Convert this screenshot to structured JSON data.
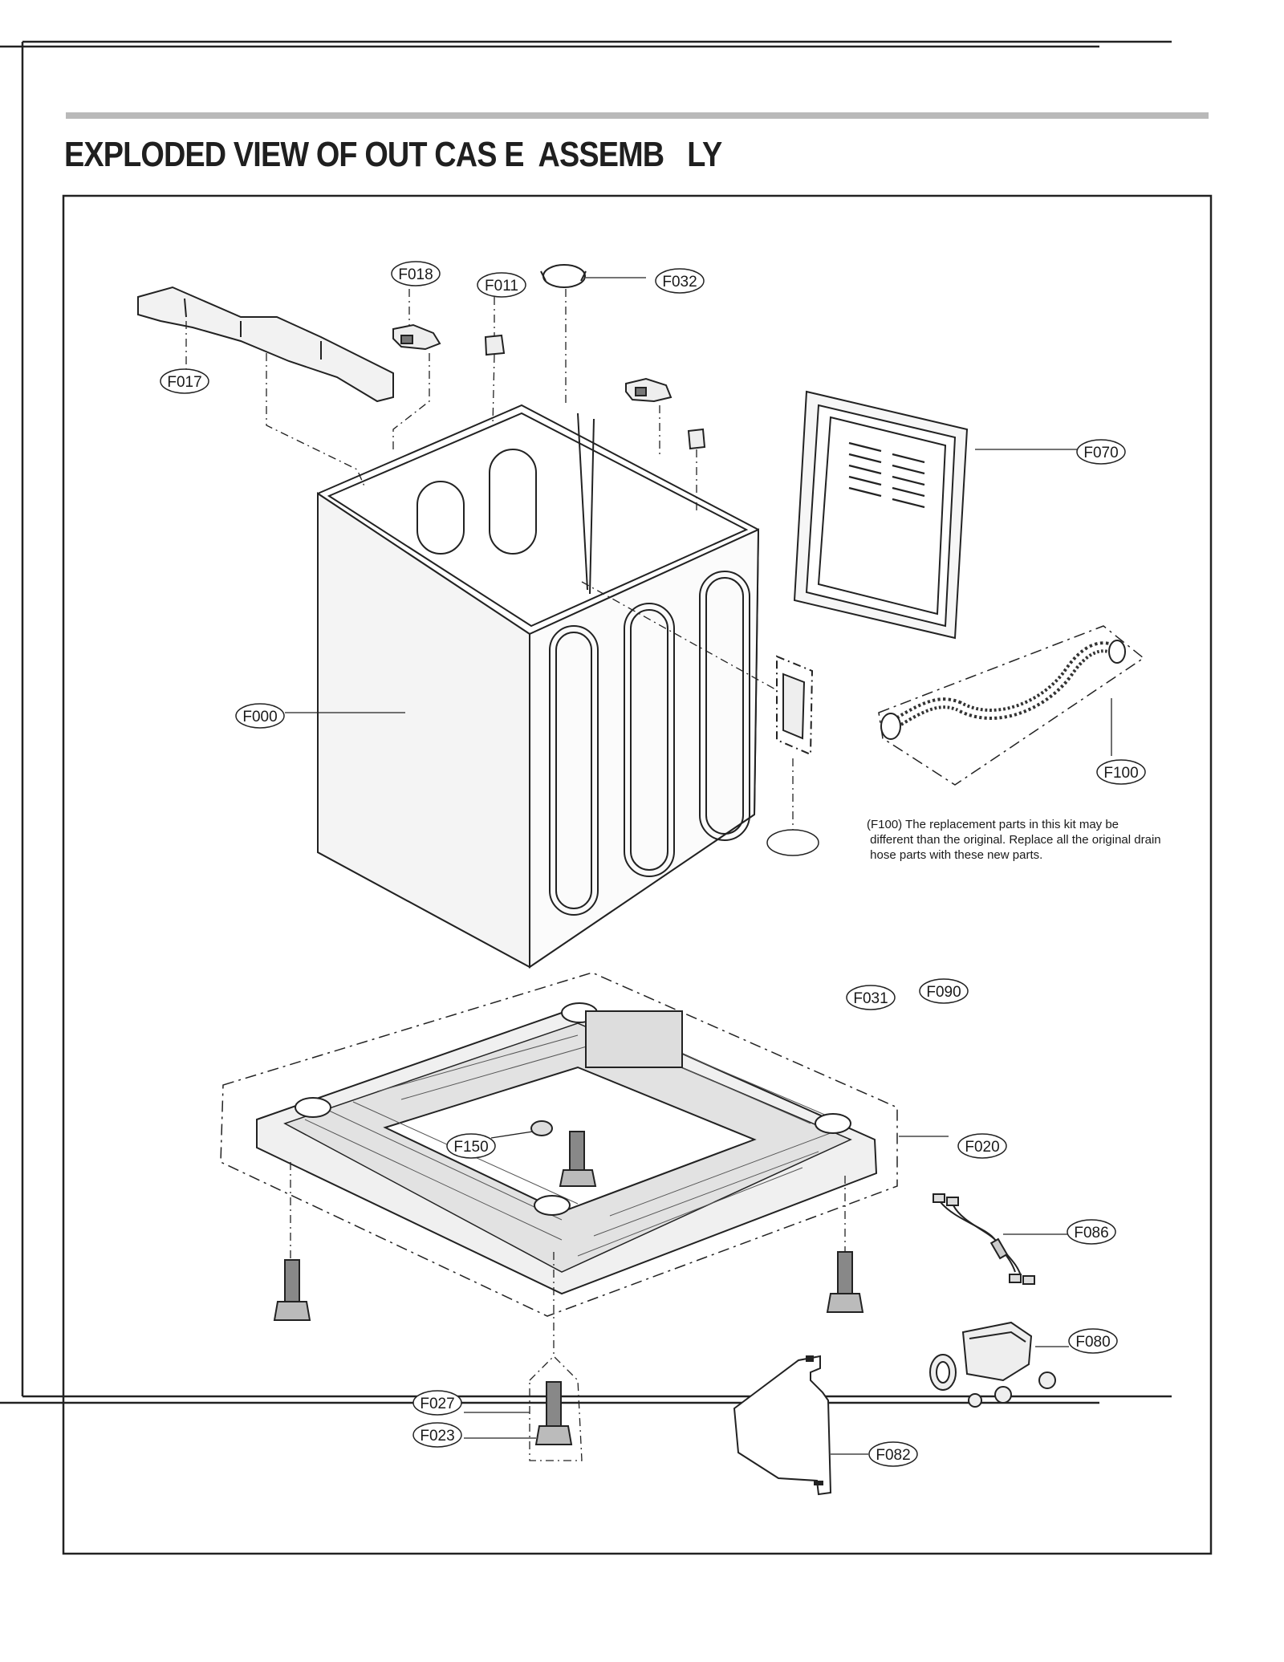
{
  "title": "EXPLODED VIEW OF OUT CAS E  ASSEMB   LY",
  "note_lines": [
    "(F100) The replacement parts in this kit may be",
    " different than the original. Replace all the original drain",
    " hose parts with these new parts."
  ],
  "labels": {
    "F018": "F018",
    "F011": "F011",
    "F032": "F032",
    "F017": "F017",
    "F070": "F070",
    "F000": "F000",
    "F100": "F100",
    "F031": "F031",
    "F090": "F090",
    "F020": "F020",
    "F150": "F150",
    "F086": "F086",
    "F080": "F080",
    "F027": "F027",
    "F023": "F023",
    "F082": "F082"
  }
}
